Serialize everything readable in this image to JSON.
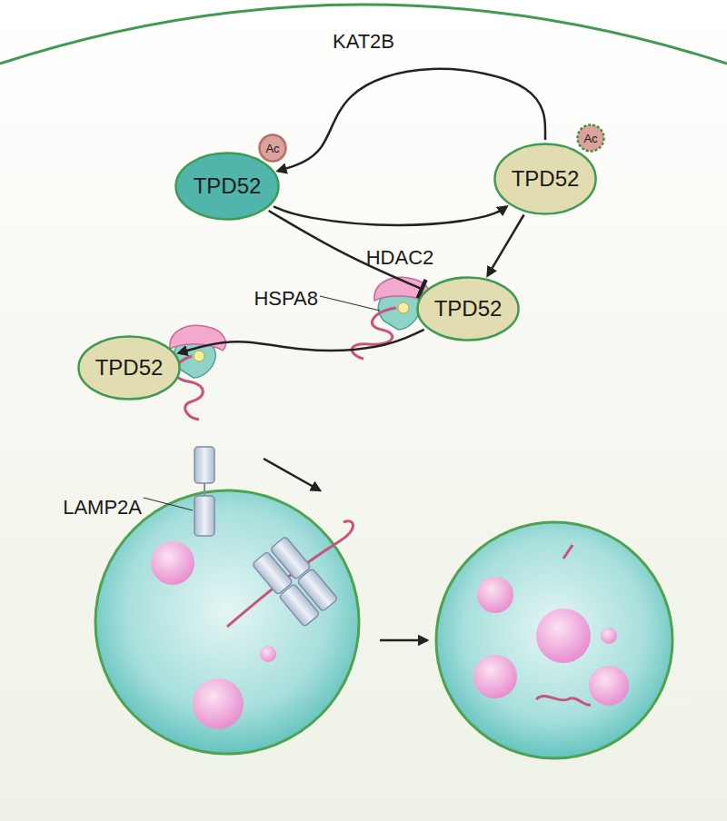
{
  "diagram": {
    "nodes": [
      {
        "text": [
          "TPD52"
        ]
      },
      {
        "text": [
          "Ac"
        ]
      },
      {
        "text": [
          "TPD52"
        ]
      },
      {
        "text": [
          "Ac"
        ]
      },
      {
        "text": [
          "TPD52"
        ]
      },
      {
        "text": [
          "TPD52"
        ]
      }
    ],
    "edges": [
      {
        "from": 2,
        "to": 0,
        "arrow": "to",
        "label": "KAT2B"
      },
      {
        "from": 0,
        "to": 2,
        "arrow": "to",
        "label": "HDAC2"
      },
      {
        "from": 0,
        "to": 4,
        "arrow": "to"
      },
      {
        "from": 2,
        "to": 4,
        "arrow": "to"
      },
      {
        "from": 4,
        "to": 5,
        "arrow": "to"
      }
    ],
    "labels": [
      "HSPA8",
      "LAMP2A"
    ]
  }
}
